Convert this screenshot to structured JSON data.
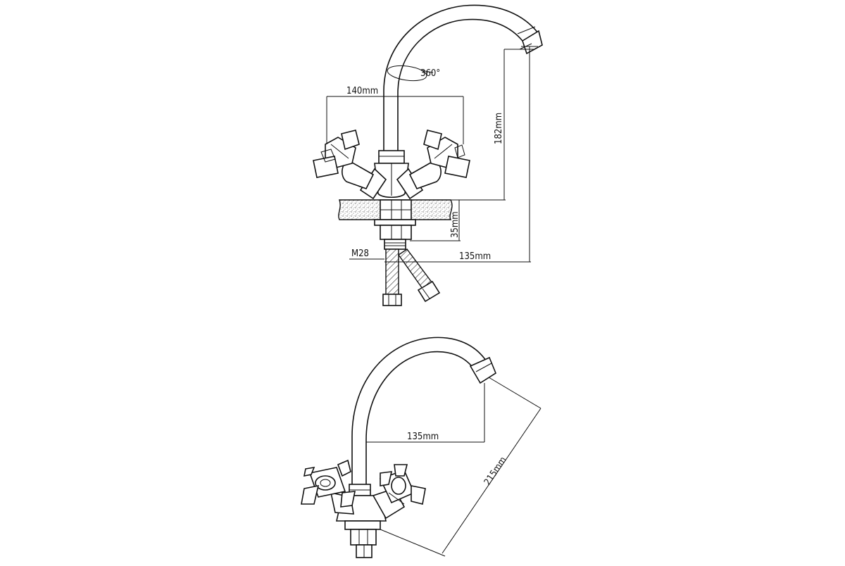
{
  "front_view": {
    "rotation_label": "360°",
    "handle_span_label": "140mm",
    "spout_height_label": "182mm",
    "mount_depth_label": "35mm",
    "thread_label": "M28",
    "reach_label": "135mm"
  },
  "angled_view": {
    "reach_label": "135mm",
    "diagonal_label": "215mm"
  }
}
